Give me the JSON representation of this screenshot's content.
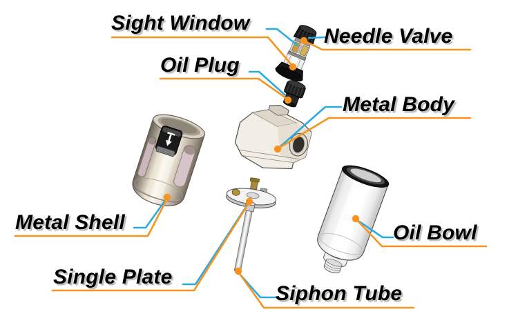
{
  "figure": {
    "type": "exploded-parts-diagram",
    "description": "Exploded view of an oiler / lubricator assembly with callout labels"
  },
  "labels": [
    {
      "id": "sight-window",
      "text": "Sight Window"
    },
    {
      "id": "needle-valve",
      "text": "Needle Valve"
    },
    {
      "id": "oil-plug",
      "text": "Oil Plug"
    },
    {
      "id": "metal-body",
      "text": "Metal Body"
    },
    {
      "id": "metal-shell",
      "text": "Metal Shell"
    },
    {
      "id": "oil-bowl",
      "text": "Oil Bowl"
    },
    {
      "id": "single-plate",
      "text": "Single Plate"
    },
    {
      "id": "siphon-tube",
      "text": "Siphon Tube"
    }
  ],
  "colors": {
    "leader_blue": "#29ABE2",
    "leader_orange": "#F7931E",
    "dot_orange": "#F7931E",
    "text": "#000000",
    "background": "#FFFFFF"
  }
}
